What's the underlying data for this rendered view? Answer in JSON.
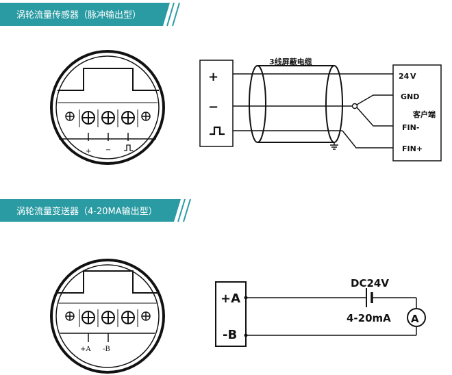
{
  "colors": {
    "banner": "#2a9ba3",
    "banner_accent": "#1f7f87",
    "ink": "#111111"
  },
  "section1": {
    "banner_title": "涡轮流量传感器（脉冲输出型）",
    "terminal_labels": [
      "+",
      "−"
    ],
    "sensor_box_symbols": [
      "+",
      "−"
    ],
    "cable_label": "3线屏蔽电缆",
    "client_terminals": [
      "24",
      "GND",
      "FIN-",
      "FIN+"
    ],
    "client_unit": "V",
    "client_name": "客户端",
    "icons": [
      "pulse-wave-icon",
      "ground-icon",
      "screw-terminal-icon"
    ]
  },
  "section2": {
    "banner_title": "涡轮流量变送器（4-20MA输出型）",
    "terminal_labels": [
      "+A",
      "-B"
    ],
    "box_labels": [
      "+A",
      "-B"
    ],
    "supply_label": "DC24V",
    "current_label": "4-20mA",
    "ammeter_symbol": "A",
    "icons": [
      "battery-icon",
      "ammeter-icon",
      "screw-terminal-icon"
    ]
  }
}
